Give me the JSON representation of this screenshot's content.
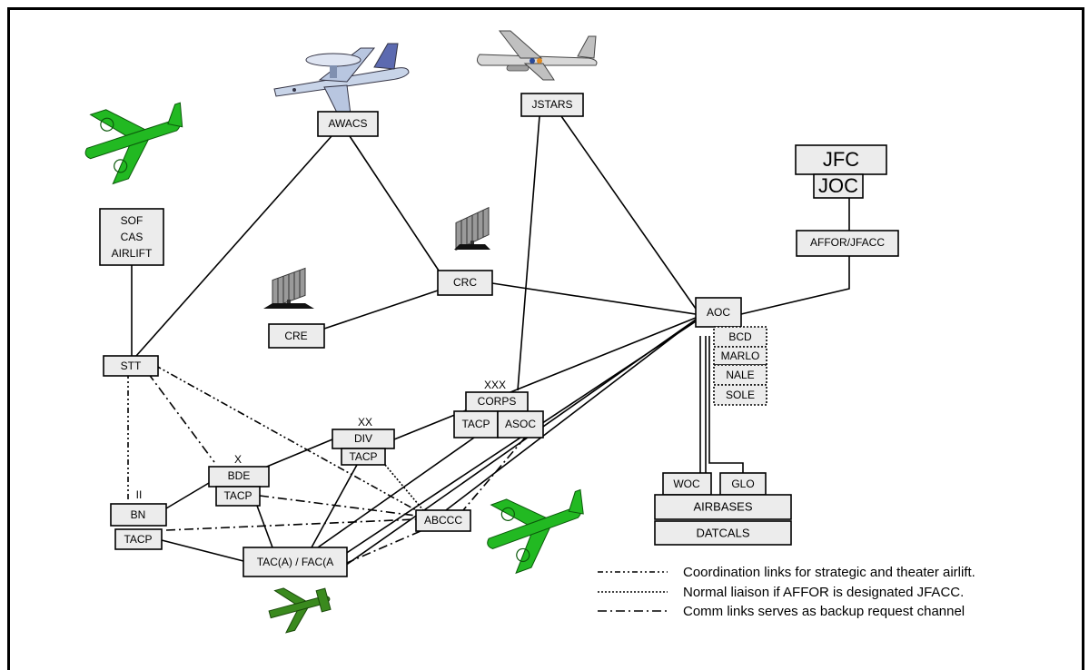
{
  "nodes": {
    "awacs": "AWACS",
    "jstars": "JSTARS",
    "jfc": "JFC",
    "joc": "JOC",
    "affor": "AFFOR/JFACC",
    "sof_line1": "SOF",
    "sof_line2": "CAS",
    "sof_line3": "AIRLIFT",
    "crc": "CRC",
    "cre": "CRE",
    "aoc": "AOC",
    "bcd": "BCD",
    "marlo": "MARLO",
    "nale": "NALE",
    "sole": "SOLE",
    "stt": "STT",
    "corps": "CORPS",
    "corps_tacp": "TACP",
    "asoc": "ASOC",
    "div": "DIV",
    "div_tacp": "TACP",
    "bde": "BDE",
    "bde_tacp": "TACP",
    "bn": "BN",
    "bn_tacp": "TACP",
    "abccc": "ABCCC",
    "tac_fac": "TAC(A) / FAC(A",
    "woc": "WOC",
    "glo": "GLO",
    "airbases": "AIRBASES",
    "datcals": "DATCALS"
  },
  "echelons": {
    "corps": "XXX",
    "div": "XX",
    "bde": "X",
    "bn": "II"
  },
  "legend": {
    "coordination": "Coordination links for strategic and theater airlift.",
    "liaison": "Normal liaison if AFFOR is designated JFACC.",
    "comm": "Comm links serves as backup request channel"
  },
  "colors": {
    "box_fill": "#ececec",
    "aircraft_green": "#22b922",
    "aircraft_gray": "#c8d4e8"
  },
  "icons": [
    "awacs-aircraft-icon",
    "jstars-aircraft-icon",
    "cargo-aircraft-icon",
    "radar-antenna-icon",
    "attack-aircraft-icon"
  ]
}
